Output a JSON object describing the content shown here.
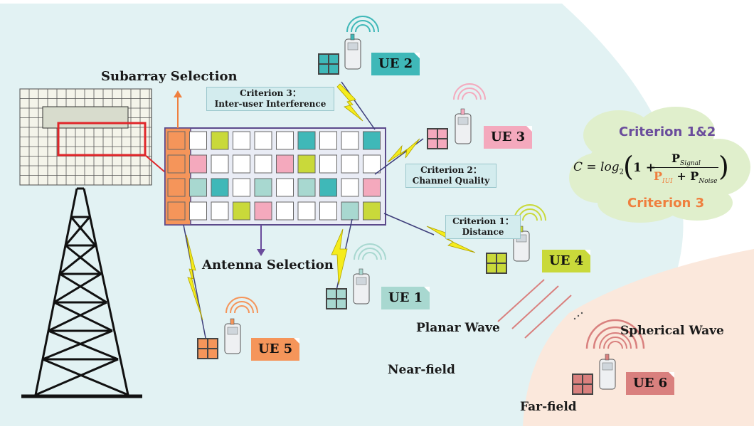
{
  "labels": {
    "subarray_selection": "Subarray Selection",
    "antenna_selection": "Antenna Selection",
    "planar_wave": "Planar Wave",
    "spherical_wave": "Spherical Wave",
    "near_field": "Near-field",
    "far_field": "Far-field"
  },
  "criteria": {
    "c3": [
      "Criterion 3：",
      "Inter-user Interference"
    ],
    "c2": [
      "Criterion 2：",
      "Channel Quality"
    ],
    "c1": [
      "Criterion 1：",
      "Distance"
    ]
  },
  "cloud": {
    "criterion_12": "Criterion 1&2",
    "criterion_3": "Criterion 3",
    "formula_lhs": "C = log",
    "formula_sub": "2",
    "formula_one": "1 +",
    "p_signal": "P",
    "p_signal_sub": "Signal",
    "p_iui": "P",
    "p_iui_sub": "IUI",
    "plus": "+",
    "p_noise": "P",
    "p_noise_sub": "Noise"
  },
  "users": [
    {
      "id": "UE 1",
      "color": "#a8d8d0"
    },
    {
      "id": "UE 2",
      "color": "#3fb8b8"
    },
    {
      "id": "UE 3",
      "color": "#f4a9bd"
    },
    {
      "id": "UE 4",
      "color": "#c9d93a"
    },
    {
      "id": "UE 5",
      "color": "#f5955a"
    },
    {
      "id": "UE 6",
      "color": "#d9807e"
    }
  ],
  "colors": {
    "near_field_bg": "#e2f2f3",
    "far_field_bg": "#fbe8dc",
    "cloud_bg": "#e0efcc",
    "criterion_12": "#6a4c9c",
    "criterion_3": "#ef7f3e",
    "array_border": "#5b4a8b",
    "highlight_box": "#e0262a"
  }
}
